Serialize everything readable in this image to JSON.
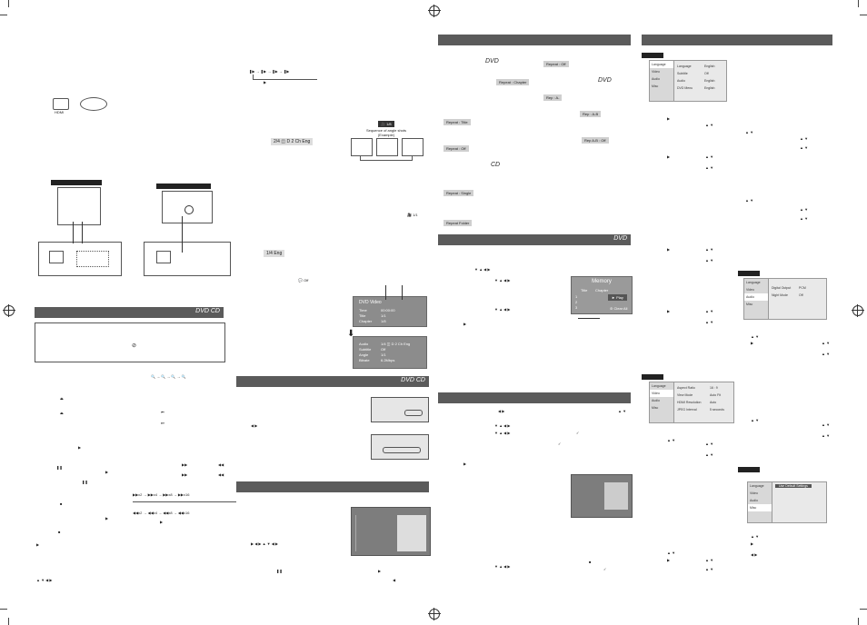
{
  "left_page": {
    "disc_icons": [
      "DVD",
      "CD"
    ],
    "hdmi_label": "HDMI",
    "osd_audio_badge": "2/4 ◫ D 2 Ch Eng",
    "osd_subtitle_badge": "1/4 Eng",
    "osd_subtitle_off": "Off",
    "angle_badge": "1/1",
    "angle_change_title": "Sequence of angle shots",
    "angle_change_sub": "(Example)",
    "fast_forward_steps": [
      "x2",
      "x4",
      "x8",
      "x16"
    ],
    "fast_reverse_steps": [
      "x2",
      "x4",
      "x8",
      "x16"
    ],
    "info_panel": {
      "header": "DVD Video",
      "rows": [
        {
          "label": "Time",
          "value": "00:00:00"
        },
        {
          "label": "Title",
          "value": "1/1"
        },
        {
          "label": "Chapter",
          "value": "1/8"
        }
      ],
      "lower_rows": [
        {
          "label": "Audio",
          "value": "1/4 ◫ D 2 Ch Eng"
        },
        {
          "label": "Subtitle",
          "value": "Off"
        },
        {
          "label": "Angle",
          "value": "1/1"
        },
        {
          "label": "Bitrate",
          "value": "6.2Mbps"
        }
      ]
    }
  },
  "middle_page": {
    "repeat_labels": [
      "Repeat : Off",
      "Repeat : Chapter",
      "Rep : A-",
      "Rep : A-B",
      "Repeat : Title",
      "Rep A-B : Off",
      "Repeat : Off",
      "Repeat : Single",
      "Repeat Folder"
    ],
    "memory_panel": {
      "header": "Memory",
      "cols": [
        "Title",
        "Chapter"
      ],
      "rows": [
        "1",
        "2",
        "3"
      ],
      "play_button": "► Play",
      "clear_button": "⊘ Clear All"
    }
  },
  "right_page": {
    "language_menu": {
      "tabs": [
        "Language",
        "Video",
        "Audio",
        "Misc"
      ],
      "options": [
        {
          "label": "Language",
          "value": "English"
        },
        {
          "label": "Subtitle",
          "value": "Off"
        },
        {
          "label": "Audio",
          "value": "English"
        },
        {
          "label": "DVD Menu",
          "value": "English"
        }
      ]
    },
    "audio_menu": {
      "tabs": [
        "Language",
        "Video",
        "Audio",
        "Misc"
      ],
      "options": [
        {
          "label": "Digital Output",
          "value": "PCM"
        },
        {
          "label": "Night Mode",
          "value": "Off"
        }
      ]
    },
    "video_menu": {
      "tabs": [
        "Language",
        "Video",
        "Audio",
        "Misc"
      ],
      "options": [
        {
          "label": "Aspect Ratio",
          "value": "16 : 9"
        },
        {
          "label": "View Mode",
          "value": "Auto Fit"
        },
        {
          "label": "HDMI Resolution",
          "value": "Auto"
        },
        {
          "label": "JPEG Interval",
          "value": "5 seconds"
        }
      ]
    },
    "misc_menu": {
      "tabs": [
        "Language",
        "Video",
        "Audio",
        "Misc"
      ],
      "options": [
        {
          "label": "Use Default Settings",
          "value": ""
        }
      ]
    }
  },
  "colors": {
    "section_bar": "#5b5b5b",
    "panel_gray": "#8c8c8c",
    "menu_bg": "#e9e9e9"
  }
}
